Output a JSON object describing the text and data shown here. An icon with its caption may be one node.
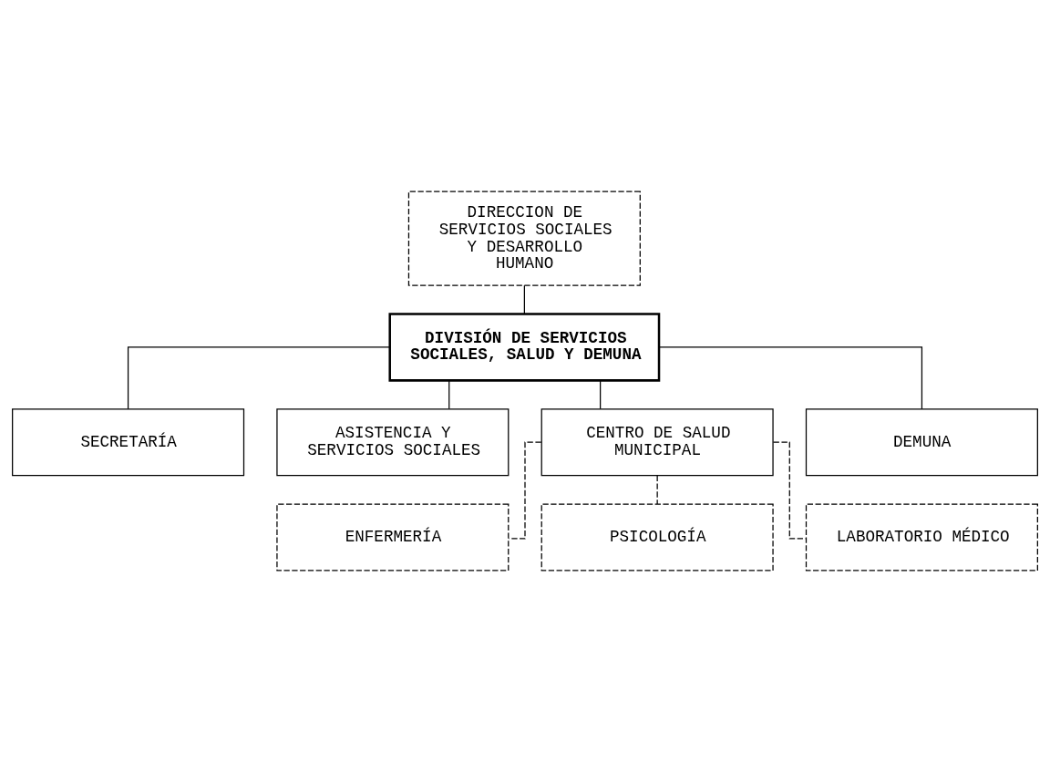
{
  "diagram": {
    "nodes": [
      {
        "text": [
          "DIRECCION DE SERVICIOS SOCIALES Y DESARROLLO HUMANO"
        ]
      },
      {
        "text": [
          "DIVISIÓN DE SERVICIOS SOCIALES, SALUD Y DEMUNA"
        ]
      },
      {
        "text": [
          "SECRETARÍA"
        ]
      },
      {
        "text": [
          "ASISTENCIA Y SERVICIOS SOCIALES"
        ]
      },
      {
        "text": [
          "CENTRO DE SALUD MUNICIPAL"
        ]
      },
      {
        "text": [
          "DEMUNA"
        ]
      },
      {
        "text": [
          "ENFERMERÍA"
        ]
      },
      {
        "text": [
          "PSICOLOGÍA"
        ]
      },
      {
        "text": [
          "LABORATORIO MÉDICO"
        ]
      }
    ],
    "edges": [
      {
        "from": 0,
        "to": 1,
        "arrow": "none"
      },
      {
        "from": 1,
        "to": 2,
        "arrow": "none"
      },
      {
        "from": 1,
        "to": 3,
        "arrow": "none"
      },
      {
        "from": 1,
        "to": 4,
        "arrow": "none"
      },
      {
        "from": 1,
        "to": 5,
        "arrow": "none"
      },
      {
        "from": 4,
        "to": 6,
        "arrow": "none",
        "style": "dashed"
      },
      {
        "from": 4,
        "to": 7,
        "arrow": "none",
        "style": "dashed"
      },
      {
        "from": 4,
        "to": 8,
        "arrow": "none",
        "style": "dashed"
      }
    ]
  }
}
